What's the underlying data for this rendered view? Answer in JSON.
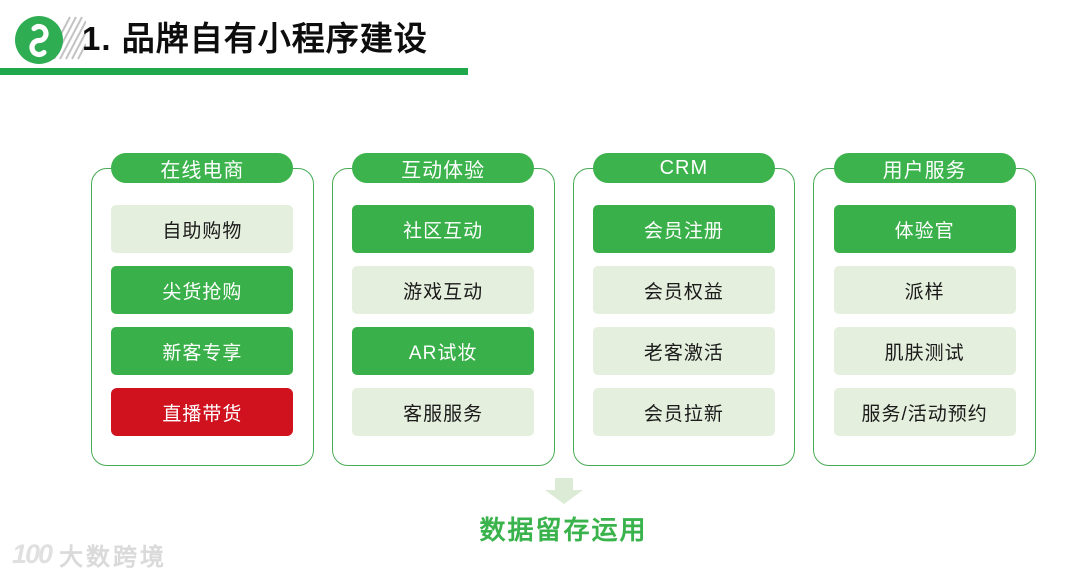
{
  "header": {
    "title": "1. 品牌自有小程序建设",
    "logo_icon": "wechat-miniprogram-icon",
    "underline_color": "#1ea84b"
  },
  "colors": {
    "accent_green": "#3ab04a",
    "pale_green": "#e5efdd",
    "alert_red": "#cf121e",
    "outline_green": "#48ab55",
    "arrow_pale_green": "#dcebd5",
    "footer_text_green": "#3bb34d"
  },
  "columns": [
    {
      "header": "在线电商",
      "items": [
        {
          "label": "自助购物",
          "style": "pale"
        },
        {
          "label": "尖货抢购",
          "style": "green"
        },
        {
          "label": "新客专享",
          "style": "green"
        },
        {
          "label": "直播带货",
          "style": "red"
        }
      ]
    },
    {
      "header": "互动体验",
      "items": [
        {
          "label": "社区互动",
          "style": "green"
        },
        {
          "label": "游戏互动",
          "style": "pale"
        },
        {
          "label": "AR试妆",
          "style": "green"
        },
        {
          "label": "客服服务",
          "style": "pale"
        }
      ]
    },
    {
      "header": "CRM",
      "items": [
        {
          "label": "会员注册",
          "style": "green"
        },
        {
          "label": "会员权益",
          "style": "pale"
        },
        {
          "label": "老客激活",
          "style": "pale"
        },
        {
          "label": "会员拉新",
          "style": "pale"
        }
      ]
    },
    {
      "header": "用户服务",
      "items": [
        {
          "label": "体验官",
          "style": "green"
        },
        {
          "label": "派样",
          "style": "pale"
        },
        {
          "label": "肌肤测试",
          "style": "pale"
        },
        {
          "label": "服务/活动预约",
          "style": "pale"
        }
      ]
    }
  ],
  "flow": {
    "arrow_icon": "down-arrow-icon",
    "result_label": "数据留存运用"
  },
  "watermark": {
    "logo": "100",
    "text": "大数跨境"
  }
}
